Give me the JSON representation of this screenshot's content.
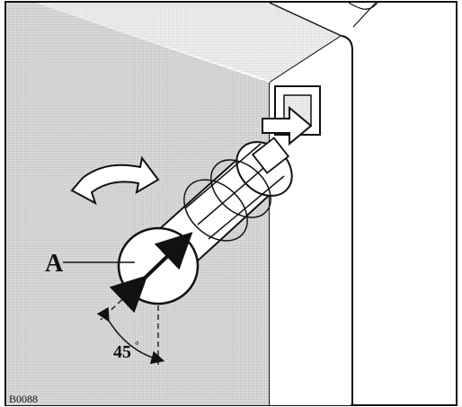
{
  "figure": {
    "callout_label": "A",
    "angle_label": "45",
    "angle_unit": "°",
    "figure_code": "B0088",
    "colors": {
      "ink": "#111111",
      "panel_fill": "#d9d9d9",
      "paper": "#ffffff"
    }
  }
}
